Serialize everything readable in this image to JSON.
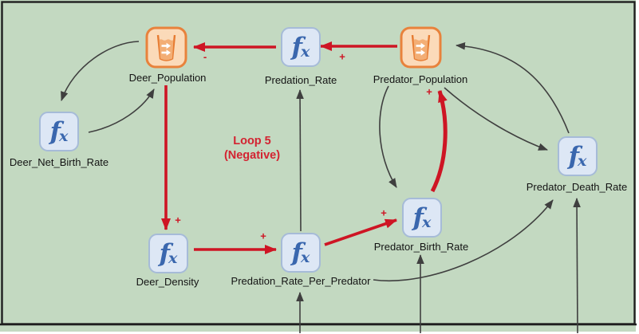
{
  "diagram": {
    "loop_annotation": {
      "line1": "Loop 5",
      "line2": "(Negative)"
    },
    "fx_glyph": {
      "f": "f",
      "x": "x"
    },
    "nodes": [
      {
        "id": "deer_population",
        "label": "Deer_Population",
        "type": "stock"
      },
      {
        "id": "predation_rate",
        "label": "Predation_Rate",
        "type": "converter"
      },
      {
        "id": "predator_population",
        "label": "Predator_Population",
        "type": "stock"
      },
      {
        "id": "deer_net_birth_rate",
        "label": "Deer_Net_Birth_Rate",
        "type": "converter"
      },
      {
        "id": "predator_death_rate",
        "label": "Predator_Death_Rate",
        "type": "converter"
      },
      {
        "id": "predator_birth_rate",
        "label": "Predator_Birth_Rate",
        "type": "converter"
      },
      {
        "id": "deer_density",
        "label": "Deer_Density",
        "type": "converter"
      },
      {
        "id": "predation_rate_per_predator",
        "label": "Predation_Rate_Per_Predator",
        "type": "converter"
      }
    ],
    "edges": [
      {
        "from": "Predation_Rate",
        "to": "Deer_Population",
        "polarity": "-",
        "style": "red"
      },
      {
        "from": "Predator_Population",
        "to": "Predation_Rate",
        "polarity": "+",
        "style": "red"
      },
      {
        "from": "Deer_Population",
        "to": "Deer_Density",
        "polarity": "+",
        "style": "red"
      },
      {
        "from": "Deer_Density",
        "to": "Predation_Rate_Per_Predator",
        "polarity": "+",
        "style": "red"
      },
      {
        "from": "Predation_Rate_Per_Predator",
        "to": "Predator_Birth_Rate",
        "polarity": "+",
        "style": "red"
      },
      {
        "from": "Predator_Birth_Rate",
        "to": "Predator_Population",
        "polarity": "+",
        "style": "red"
      },
      {
        "from": "Deer_Population",
        "to": "Deer_Net_Birth_Rate",
        "style": "black"
      },
      {
        "from": "Deer_Net_Birth_Rate",
        "to": "Deer_Population",
        "style": "black"
      },
      {
        "from": "Predation_Rate_Per_Predator",
        "to": "Predation_Rate",
        "style": "black"
      },
      {
        "from": "Predator_Population",
        "to": "Predator_Birth_Rate",
        "style": "black"
      },
      {
        "from": "Predator_Population",
        "to": "Predator_Death_Rate",
        "style": "black"
      },
      {
        "from": "Predator_Death_Rate",
        "to": "Predator_Population",
        "style": "black"
      },
      {
        "from": "Predation_Rate_Per_Predator",
        "to": "Predator_Death_Rate",
        "style": "black"
      },
      {
        "from": "offscreen_bottom",
        "to": "Predation_Rate_Per_Predator",
        "style": "black"
      },
      {
        "from": "offscreen_bottom",
        "to": "Predator_Birth_Rate",
        "style": "black"
      },
      {
        "from": "offscreen_bottom",
        "to": "Predator_Death_Rate",
        "style": "black"
      }
    ],
    "colors": {
      "background": "#c3d9c1",
      "frame": "#1f1f1f",
      "red_flow": "#ce1524",
      "black_wire": "#3f3f3f",
      "loop_text": "#d32331",
      "stock_border": "#e8823c",
      "stock_fill": "#fbdab9",
      "stock_liquid": "#f3ae75",
      "converter_border": "#a6bbd8",
      "converter_fill": "#dde7f5",
      "converter_glyph": "#3a67ae"
    }
  }
}
